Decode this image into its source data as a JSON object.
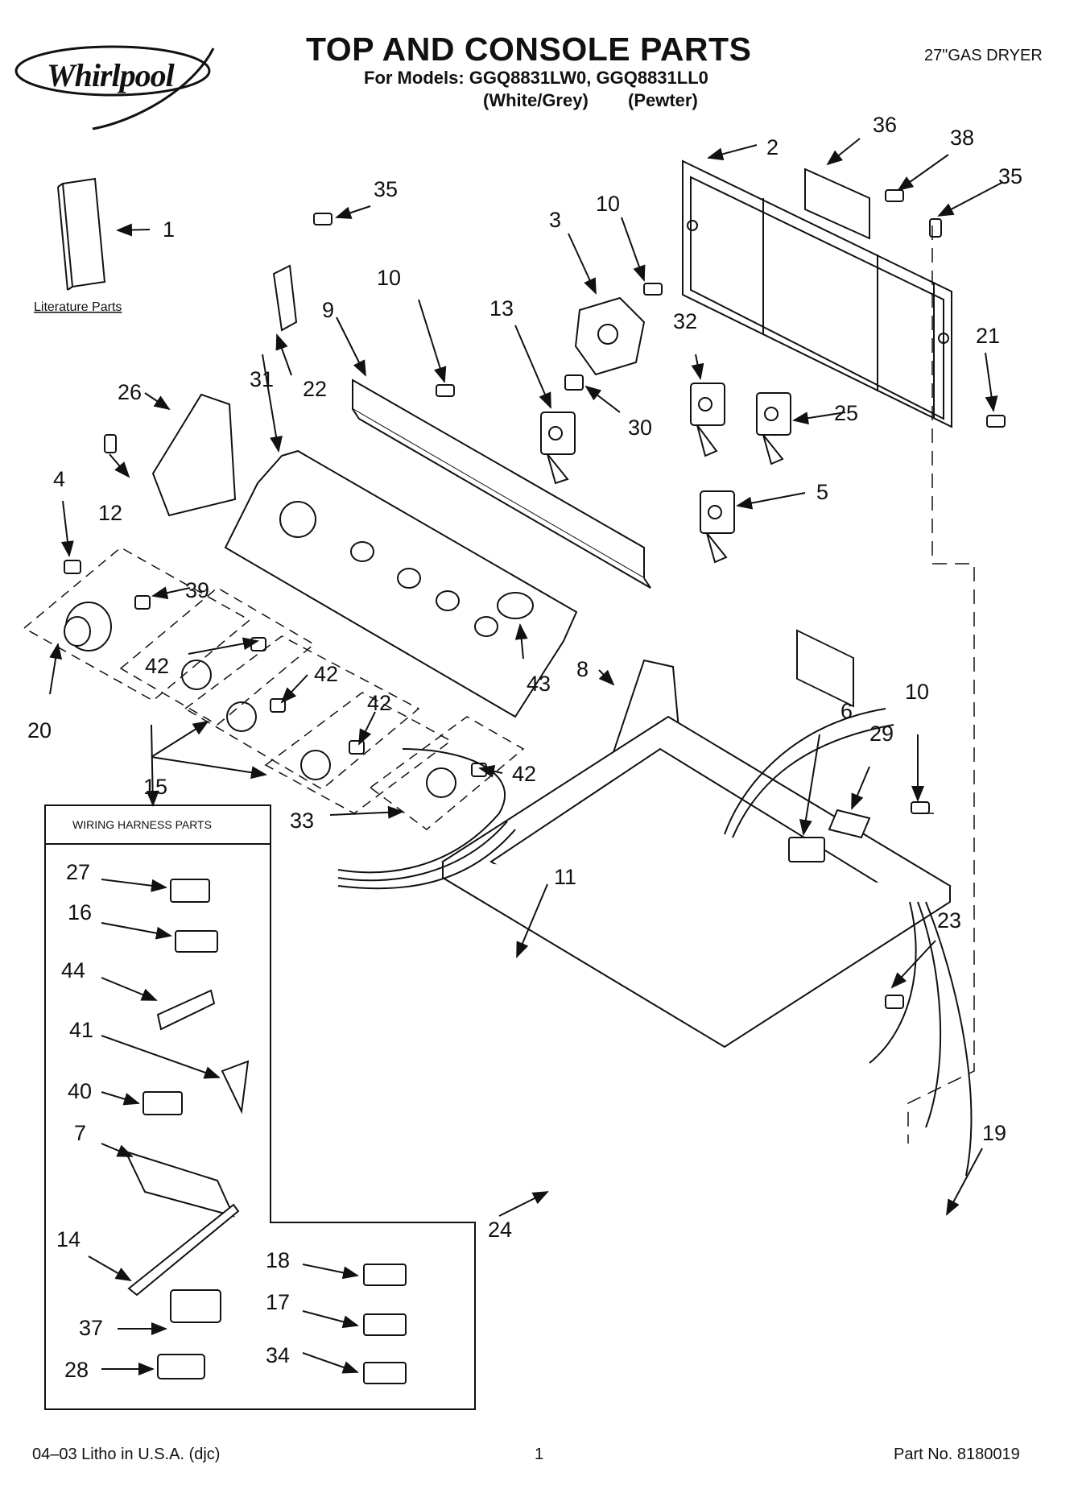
{
  "header": {
    "brand": "Whirlpool",
    "title": "TOP AND CONSOLE PARTS",
    "subtitle": "For Models: GGQ8831LW0, GGQ8831LL0",
    "variant_1": "(White/Grey)",
    "variant_2": "(Pewter)",
    "product": "27\"GAS DRYER"
  },
  "labels": {
    "literature_parts": "Literature Parts",
    "wiring_harness_parts": "WIRING HARNESS PARTS"
  },
  "callouts": {
    "c1": "1",
    "c2": "2",
    "c3": "3",
    "c4": "4",
    "c5": "5",
    "c6": "6",
    "c7": "7",
    "c8": "8",
    "c9": "9",
    "c10a": "10",
    "c10b": "10",
    "c10c": "10",
    "c11": "11",
    "c12": "12",
    "c13": "13",
    "c14": "14",
    "c15": "15",
    "c16": "16",
    "c17": "17",
    "c18": "18",
    "c19": "19",
    "c20": "20",
    "c21": "21",
    "c22": "22",
    "c23": "23",
    "c24": "24",
    "c25": "25",
    "c26": "26",
    "c27": "27",
    "c28": "28",
    "c29": "29",
    "c30": "30",
    "c31": "31",
    "c32": "32",
    "c33": "33",
    "c34": "34",
    "c35a": "35",
    "c35b": "35",
    "c36": "36",
    "c37": "37",
    "c38": "38",
    "c39": "39",
    "c40": "40",
    "c41": "41",
    "c42a": "42",
    "c42b": "42",
    "c42c": "42",
    "c42d": "42",
    "c43": "43",
    "c44": "44"
  },
  "footer": {
    "left": "04–03 Litho in U.S.A. (djc)",
    "page": "1",
    "part_no": "Part No. 8180019"
  }
}
